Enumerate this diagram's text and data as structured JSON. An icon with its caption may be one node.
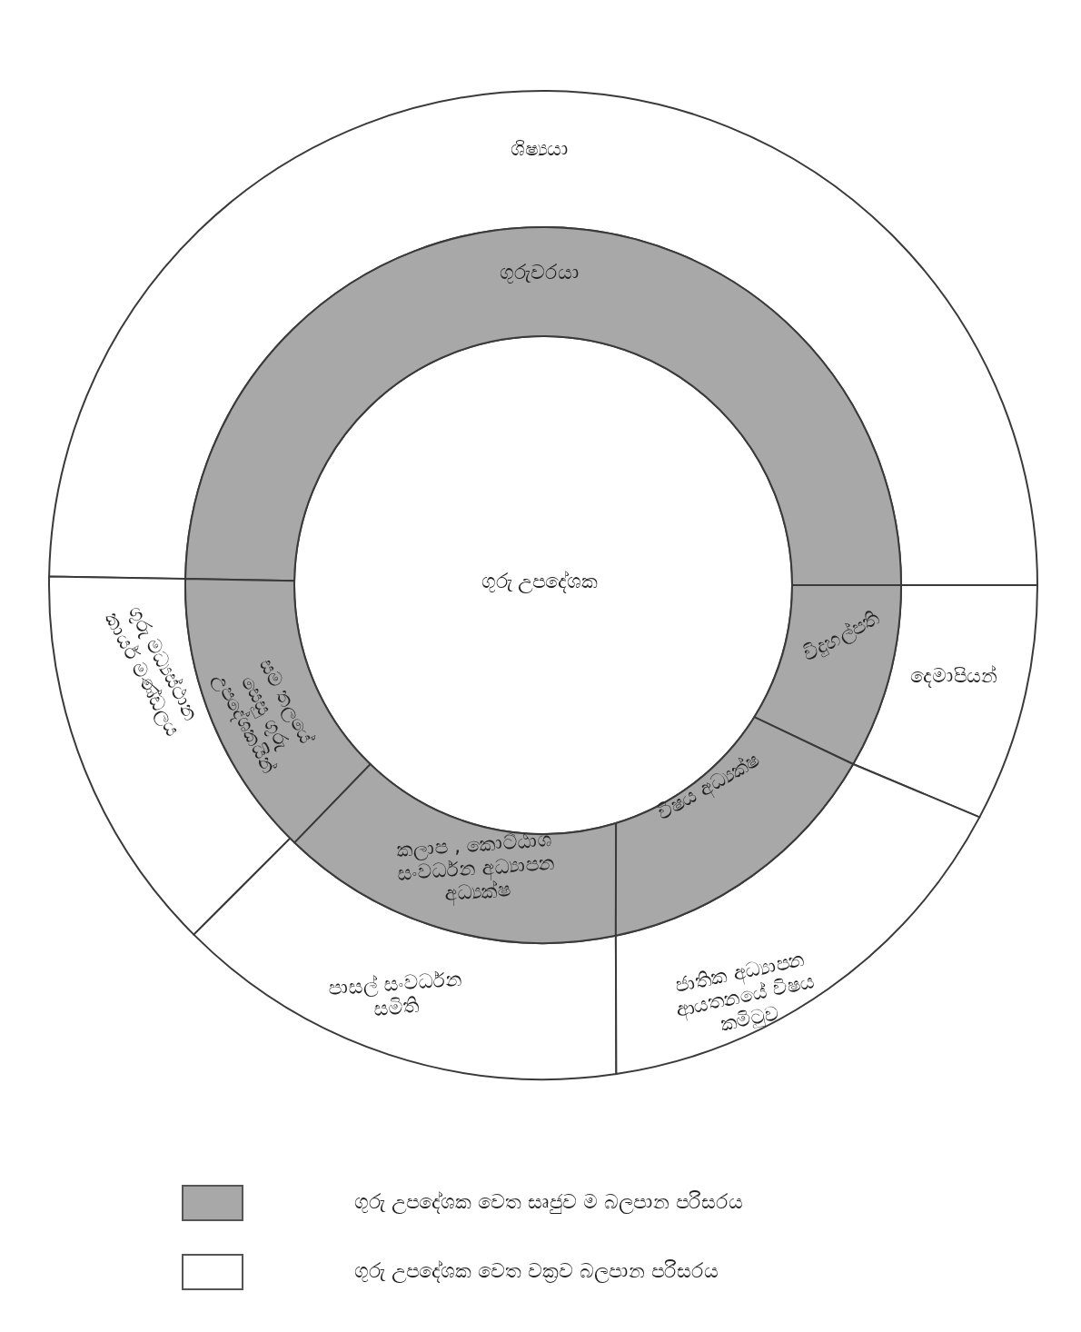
{
  "diagram": {
    "nodes": [
      {
        "text": [
          "ශිෂ්‍යයා"
        ]
      },
      {
        "text": [
          "ගුරුවරයා"
        ]
      },
      {
        "text": [
          "ගුරු උපදේශක"
        ]
      },
      {
        "text": [
          "සම තලයේ සෙසු ගුරු උපදේශකයින්"
        ]
      },
      {
        "text": [
          "ගුරු මධ්‍යස්ථාන කාර්ය මණ්ඩලය"
        ]
      },
      {
        "text": [
          "විදුහල්පති"
        ]
      },
      {
        "text": [
          "දෙමාපියන්"
        ]
      },
      {
        "text": [
          "කලාප , කොට්ඨාශ සංවර්ධන අධ්‍යාපන අධ්‍යක්ෂ"
        ]
      },
      {
        "text": [
          "විෂය අධ්‍යක්ෂ"
        ]
      },
      {
        "text": [
          "පාසල් සංවර්ධන සමිති"
        ]
      },
      {
        "text": [
          "ජාතික අධ්‍යාපන ආයතනයේ විෂය කමිටුව"
        ]
      }
    ],
    "legend": [
      {
        "text": "ගුරු උපදේශක වෙත සෘජුව ම බලපාන පරිසරය",
        "color": "#a8a8a8"
      },
      {
        "text": "ගුරු උපදේශක වෙත වක්‍රව බලපාන පරිසරය",
        "color": "#ffffff"
      }
    ]
  }
}
